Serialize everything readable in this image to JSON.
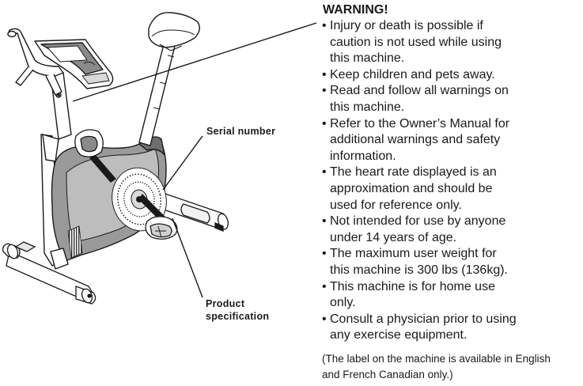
{
  "callouts": {
    "serial_number": "Serial number",
    "product_specification": "Product\nspecification"
  },
  "warning": {
    "title": "WARNING!",
    "bullet_glyph": "•",
    "items": [
      "Injury or death is possible if\ncaution is not used while using\nthis machine.",
      "Keep children and pets away.",
      "Read and follow all warnings on\nthis machine.",
      "Refer to the Owner’s Manual for\nadditional warnings and safety\ninformation.",
      "The heart rate displayed is an\napproximation and should be\nused for reference only.",
      "Not intended for use by anyone\nunder 14 years of age.",
      "The maximum user weight for\nthis machine is 300 lbs (136kg).",
      "This machine is for home use\nonly.",
      "Consult a physician prior to using\nany exercise equipment."
    ],
    "footnote": "(The label on the machine is available in English\nand French Canadian only.)"
  },
  "colors": {
    "ink": "#1a1a1a",
    "paper": "#ffffff",
    "frame_shade": "#8c8c8c",
    "frame_dark": "#555555"
  },
  "icons": {
    "illustration": "exercise-bike-line-drawing"
  }
}
